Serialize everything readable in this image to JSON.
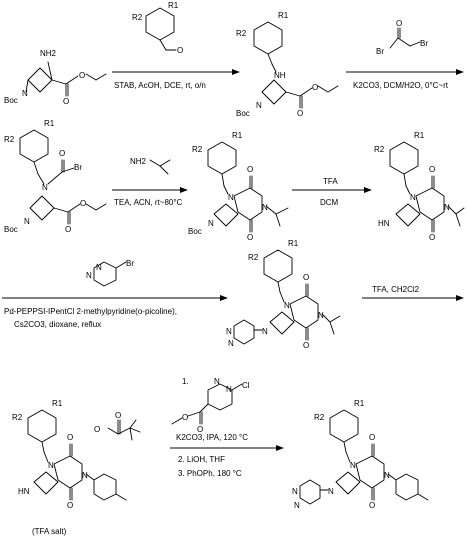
{
  "atoms": {
    "r1": "R1",
    "r2": "R2",
    "n": "N",
    "nh": "NH",
    "nh2": "NH2",
    "hn": "HN",
    "o": "O",
    "br": "Br",
    "cl": "Cl",
    "boc": "Boc",
    "tfa_salt": "(TFA salt)"
  },
  "steps": {
    "s1_conditions": "STAB, AcOH, DCE, rt, o/n",
    "s2_conditions": "K2CO3, DCM/H2O, 0°C~rt",
    "s3_conditions": "TEA, ACN, rt~80°C",
    "s4_reagent": "TFA",
    "s4_solvent": "DCM",
    "s5_line1": "Pd-PEPPSI-IPentCl 2-methylpyridine(o-picoline),",
    "s5_line2": "Cs2CO3, dioxane, reflux",
    "s6_conditions": "TFA, CH2Cl2",
    "s7_step1": "1.",
    "s7_k2co3": "K2CO3, IPA, 120 °C",
    "s7_step2": "2. LiOH, THF",
    "s7_step3": "3. PhOPh, 180 °C"
  },
  "colors": {
    "ink": "#000000",
    "background": "#ffffff"
  }
}
